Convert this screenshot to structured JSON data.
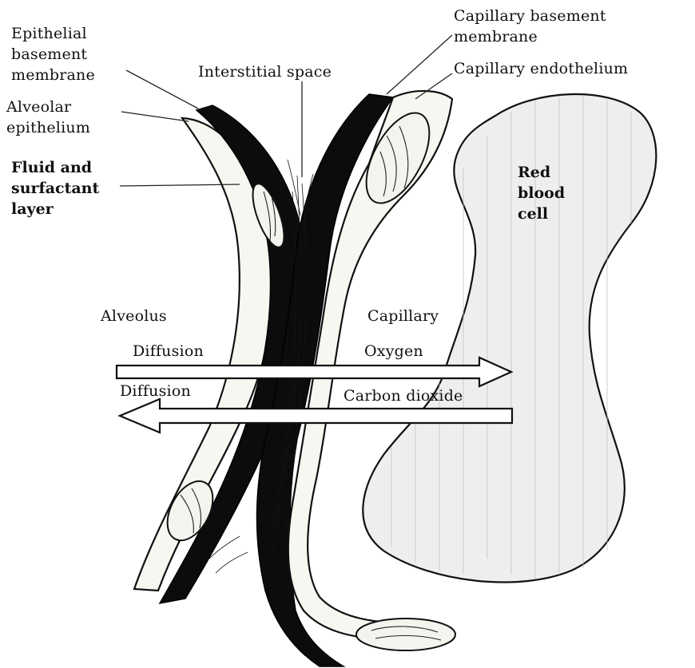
{
  "labels": {
    "epithelial_basement_membrane": [
      "Epithelial",
      "basement",
      "membrane"
    ],
    "alveolar_epithelium": [
      "Alveolar",
      "epithelium"
    ],
    "fluid_surfactant_layer": [
      "Fluid and",
      "surfactant",
      "layer"
    ],
    "interstitial_space": "Interstitial space",
    "capillary_basement_membrane": [
      "Capillary basement",
      "membrane"
    ],
    "capillary_endothelium": "Capillary endothelium",
    "red_blood_cell": [
      "Red",
      "blood",
      "cell"
    ],
    "alveolus": "Alveolus",
    "capillary": "Capillary",
    "diffusion_oxygen": "Diffusion",
    "oxygen": "Oxygen",
    "diffusion_co2": "Diffusion",
    "carbon_dioxide": "Carbon dioxide"
  },
  "colors": {
    "ink": "#111111",
    "membrane": "#0c0c0c",
    "tissue": "#f7f7f2",
    "red_blood_cell": "#eeeeee"
  }
}
